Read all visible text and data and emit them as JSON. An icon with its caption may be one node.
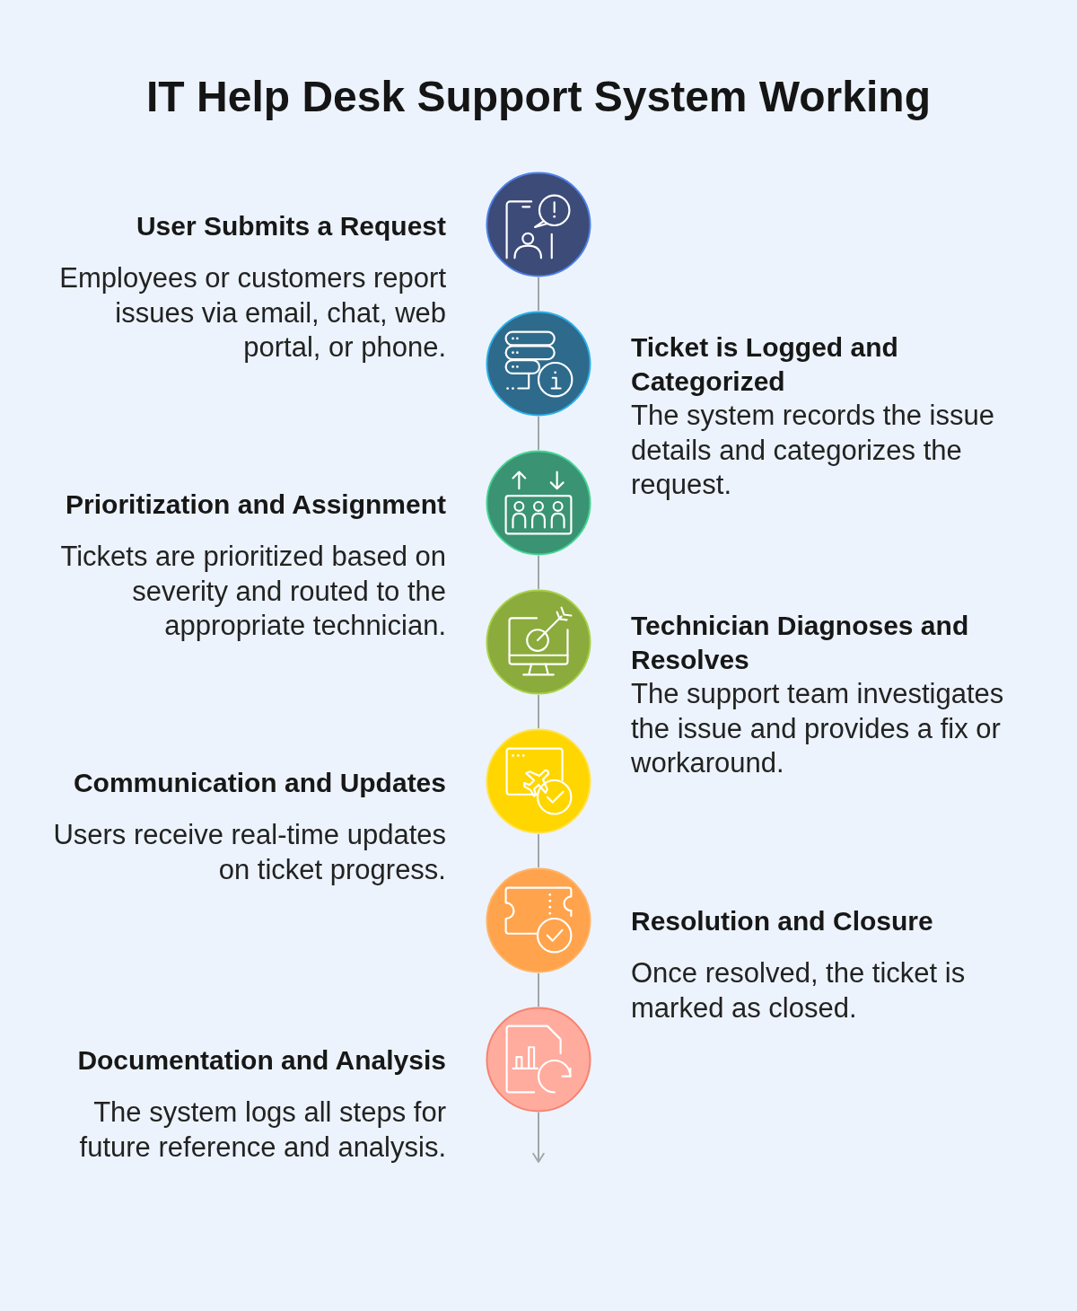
{
  "diagram": {
    "title": "IT Help Desk Support System Working",
    "nodes": [
      {
        "text": [
          "User Submits a Request",
          "Employees or customers report issues via email, chat, web portal, or phone."
        ]
      },
      {
        "text": [
          "Ticket is Logged and Categorized",
          "The system records the issue details and categorizes the request."
        ]
      },
      {
        "text": [
          "Prioritization and Assignment",
          "Tickets are prioritized based on severity and routed to the appropriate technician."
        ]
      },
      {
        "text": [
          "Technician Diagnoses and Resolves",
          "The support team investigates the issue and provides a fix or workaround."
        ]
      },
      {
        "text": [
          "Communication and Updates",
          "Users receive real-time updates on ticket progress."
        ]
      },
      {
        "text": [
          "Resolution and Closure",
          "Once resolved, the ticket is marked as closed."
        ]
      },
      {
        "text": [
          "Documentation and Analysis",
          "The system logs all steps for future reference and analysis."
        ]
      }
    ],
    "edges": [
      {
        "from": 0,
        "to": 1,
        "arrow": "none"
      },
      {
        "from": 1,
        "to": 2,
        "arrow": "none"
      },
      {
        "from": 2,
        "to": 3,
        "arrow": "none"
      },
      {
        "from": 3,
        "to": 4,
        "arrow": "none"
      },
      {
        "from": 4,
        "to": 5,
        "arrow": "none"
      },
      {
        "from": 5,
        "to": 6,
        "arrow": "none"
      },
      {
        "from": 6,
        "to": null,
        "arrow": "to"
      }
    ]
  }
}
